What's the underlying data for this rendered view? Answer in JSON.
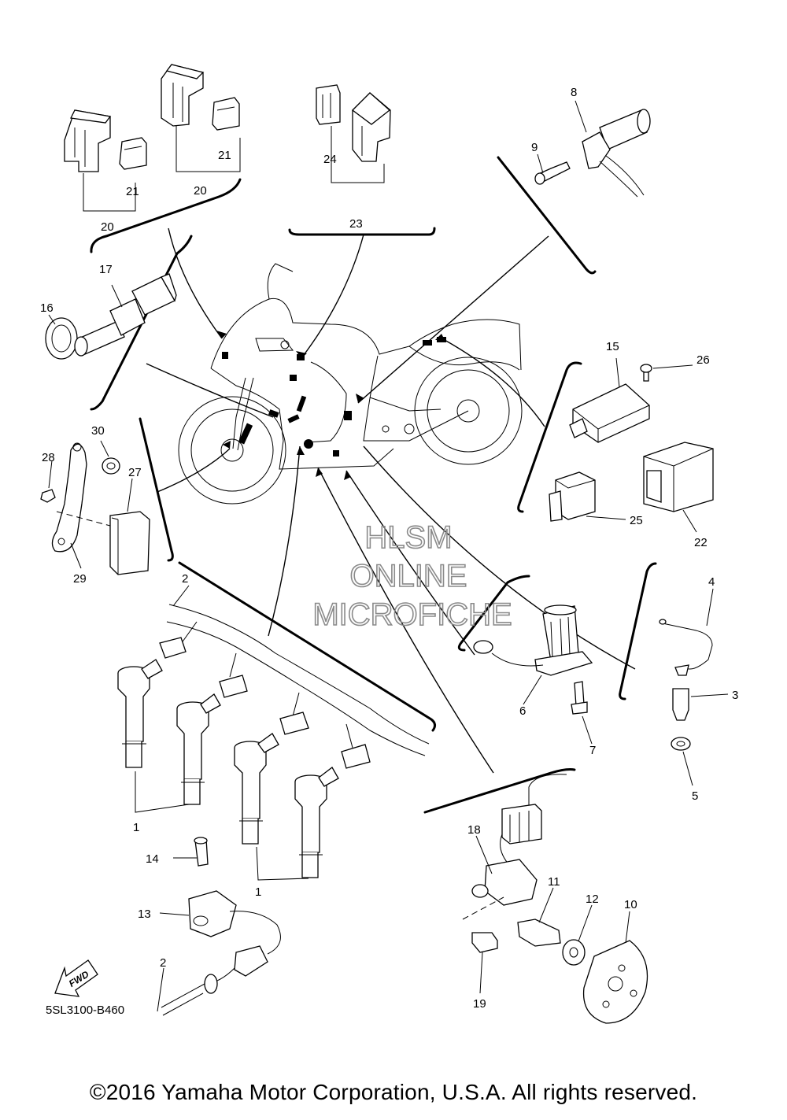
{
  "diagram_code": "5SL3100-B460",
  "fwd_label": "FWD",
  "watermark": [
    "HLSM",
    "ONLINE",
    "MICROFICHE"
  ],
  "copyright": "©2016 Yamaha Motor Corporation, U.S.A. All rights reserved.",
  "callouts": {
    "n1a": "1",
    "n1b": "1",
    "n2a": "2",
    "n2b": "2",
    "n3": "3",
    "n4": "4",
    "n5": "5",
    "n6": "6",
    "n7": "7",
    "n8": "8",
    "n9": "9",
    "n10": "10",
    "n11": "11",
    "n12": "12",
    "n13": "13",
    "n14": "14",
    "n15": "15",
    "n16": "16",
    "n17": "17",
    "n18": "18",
    "n19": "19",
    "n20a": "20",
    "n20b": "20",
    "n21a": "21",
    "n21b": "21",
    "n22": "22",
    "n23": "23",
    "n24": "24",
    "n25": "25",
    "n26": "26",
    "n27": "27",
    "n28": "28",
    "n29": "29",
    "n30": "30"
  }
}
